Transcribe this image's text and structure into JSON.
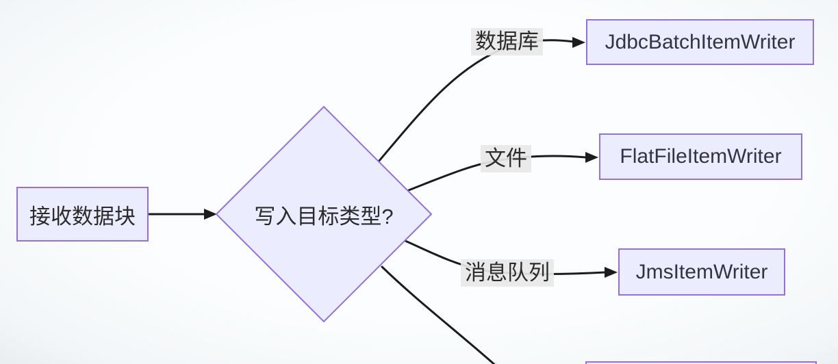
{
  "diagram": {
    "type": "flowchart",
    "orientation": "left-to-right",
    "colors": {
      "background": "#f8fbfd",
      "node_fill": "#ececff",
      "node_border": "#9370db",
      "edge": "#1c1c1c",
      "edge_label_bg": "#e8e8e8",
      "text": "#2b2b2b"
    },
    "nodes": [
      {
        "id": "receive",
        "shape": "rect",
        "label": "接收数据块"
      },
      {
        "id": "decision",
        "shape": "diamond",
        "label": "写入目标类型?"
      },
      {
        "id": "jdbc",
        "shape": "rect",
        "label": "JdbcBatchItemWriter"
      },
      {
        "id": "flatfile",
        "shape": "rect",
        "label": "FlatFileItemWriter"
      },
      {
        "id": "jms",
        "shape": "rect",
        "label": "JmsItemWriter"
      },
      {
        "id": "partial-bottom",
        "shape": "rect",
        "label": ""
      }
    ],
    "edges": [
      {
        "from": "receive",
        "to": "decision",
        "label": ""
      },
      {
        "from": "decision",
        "to": "jdbc",
        "label": "数据库"
      },
      {
        "from": "decision",
        "to": "flatfile",
        "label": "文件"
      },
      {
        "from": "decision",
        "to": "jms",
        "label": "消息队列"
      },
      {
        "from": "decision",
        "to": "partial-bottom",
        "label": ""
      }
    ]
  }
}
